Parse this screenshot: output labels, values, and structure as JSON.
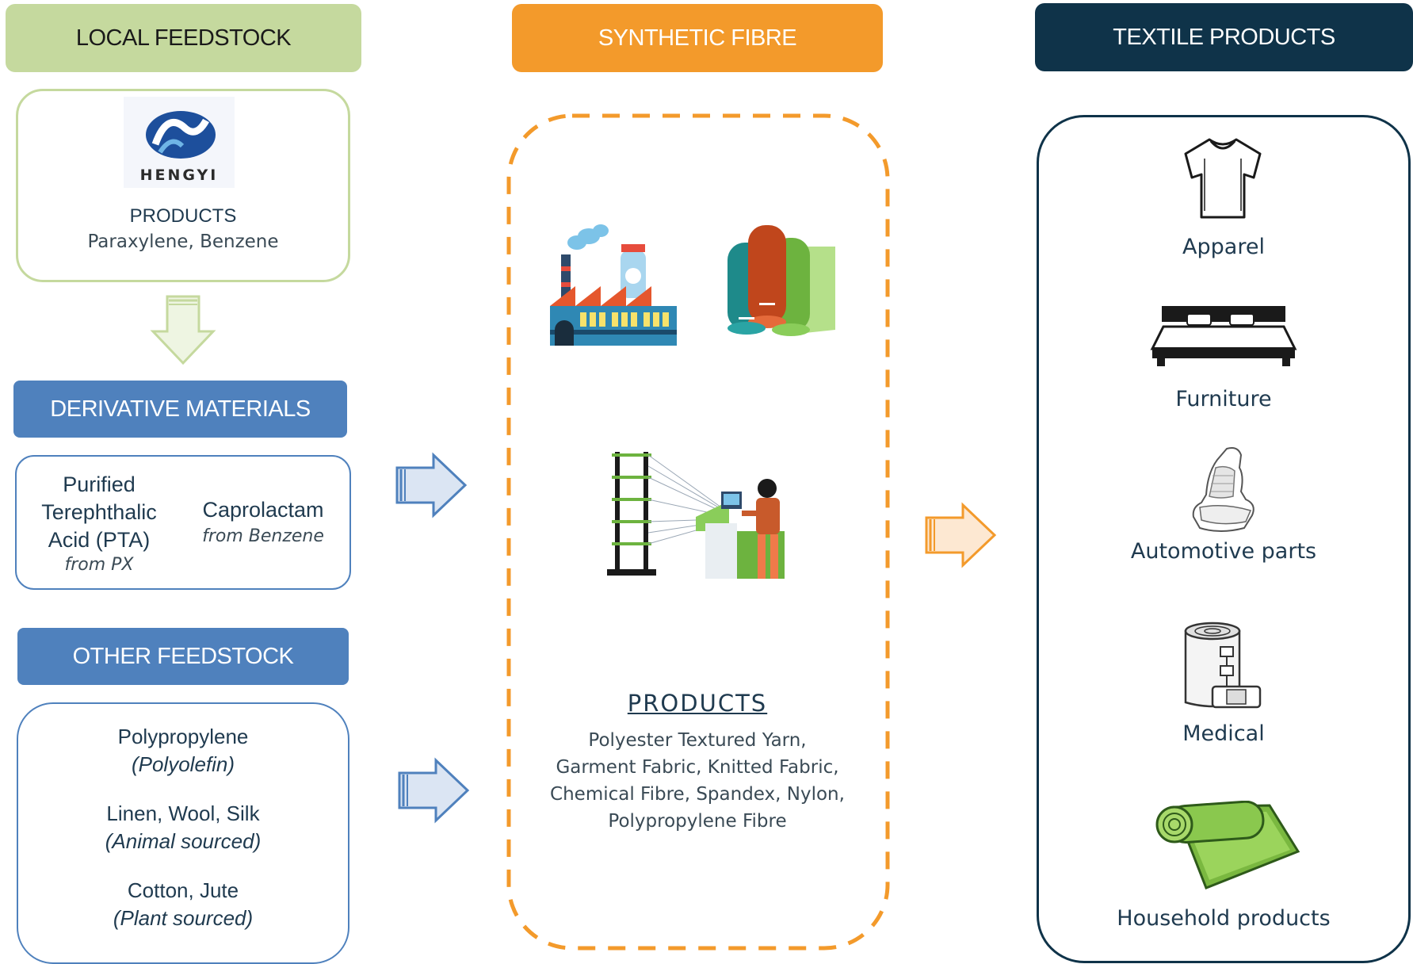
{
  "headers": {
    "local_feedstock": "LOCAL FEEDSTOCK",
    "synthetic_fibre": "SYNTHETIC FIBRE",
    "textile_products": "TEXTILE PRODUCTS",
    "derivative_materials": "DERIVATIVE MATERIALS",
    "other_feedstock": "OTHER FEEDSTOCK"
  },
  "local_feedstock_box": {
    "logo_text": "HENGYI",
    "products_title": "PRODUCTS",
    "products_list": "Paraxylene, Benzene"
  },
  "derivative_box": {
    "pta_line1": "Purified",
    "pta_line2": "Terephthalic",
    "pta_line3": "Acid (PTA)",
    "pta_source": "from PX",
    "capro_name": "Caprolactam",
    "capro_source": "from Benzene"
  },
  "other_feedstock_box": {
    "item1_name": "Polypropylene",
    "item1_note": "(Polyolefin)",
    "item2_name": "Linen, Wool, Silk",
    "item2_note": "(Animal sourced)",
    "item3_name": "Cotton, Jute",
    "item3_note": "(Plant sourced)"
  },
  "synthetic_box": {
    "products_title": "PRODUCTS",
    "line1": "Polyester Textured Yarn,",
    "line2": "Garment Fabric, Knitted Fabric,",
    "line3": "Chemical Fibre, Spandex, Nylon,",
    "line4": "Polypropylene Fibre"
  },
  "textile_products": [
    {
      "label": "Apparel",
      "icon": "t-shirt-icon"
    },
    {
      "label": "Furniture",
      "icon": "bed-icon"
    },
    {
      "label": "Automotive parts",
      "icon": "car-seat-icon"
    },
    {
      "label": "Medical",
      "icon": "bandage-roll-icon"
    },
    {
      "label": "Household products",
      "icon": "rug-icon"
    }
  ],
  "colors": {
    "green_header": "#c5d99e",
    "orange_header": "#f39a2b",
    "navy_header": "#0f3349",
    "blue_header": "#4f81bd",
    "green_border": "#c5d99e",
    "blue_border": "#4f81bd",
    "orange_dash": "#f39a2b",
    "navy_border": "#0f3349"
  }
}
